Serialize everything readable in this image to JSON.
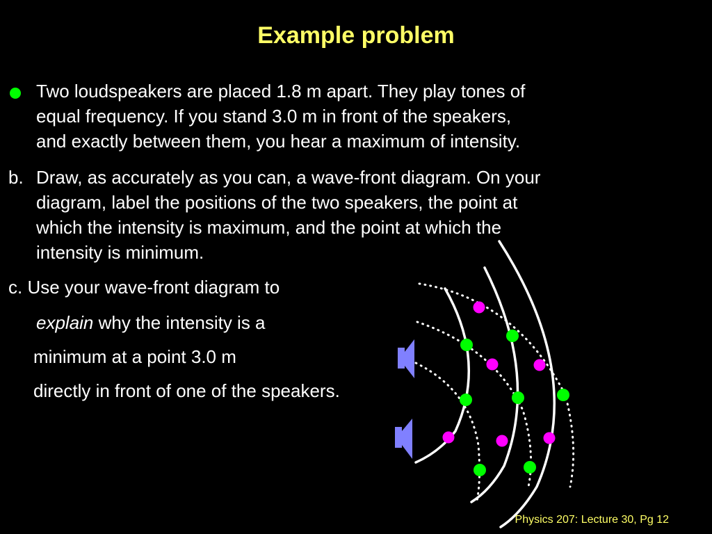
{
  "slide": {
    "title": "Example problem",
    "footer": "Physics 207: Lecture 30, Pg 12"
  },
  "problem": {
    "statement_lines": [
      "Two loudspeakers are placed 1.8 m apart. They play tones of",
      "equal frequency. If you stand 3.0 m in front of the speakers,",
      "and exactly between them, you hear a maximum of intensity."
    ],
    "part_b": {
      "label": "b.",
      "lines": [
        "Draw, as accurately as you can, a wave-front diagram. On your",
        "diagram, label the positions of the two speakers, the point at",
        "which the intensity is maximum, and the point at which the",
        "intensity is minimum."
      ]
    },
    "part_c": {
      "line1": "c. Use your wave-front diagram to",
      "line2_italic": "explain",
      "line2_rest": " why the intensity is a",
      "line3": "minimum at a point 3.0 m",
      "line4": "directly in front of one of the speakers."
    }
  },
  "diagram": {
    "colors": {
      "background": "#000000",
      "title": "#ffff66",
      "bullet": "#00ff00",
      "wavefront": "#ffffff",
      "speaker": "#8080ff",
      "maximum_point": "#00ff00",
      "minimum_point": "#ff00ff"
    }
  }
}
